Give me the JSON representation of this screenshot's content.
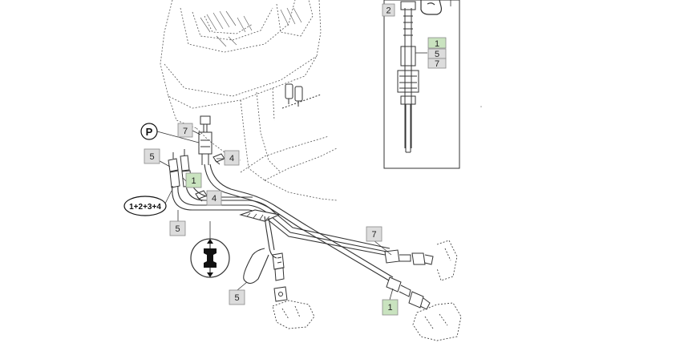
{
  "diagram": {
    "labels": {
      "top_2": "2",
      "top_1": "1",
      "top_5": "5",
      "top_7": "7",
      "left_7": "7",
      "p_marker": "P",
      "left_5": "5",
      "left_1": "1",
      "mid_4_upper": "4",
      "mid_4_lower": "4",
      "combo": "1+2+3+4",
      "bottom_5_left": "5",
      "bottom_5_mid": "5",
      "right_7": "7",
      "right_1": "1"
    },
    "colors": {
      "callout_gray": "#dcdcdc",
      "callout_green": "#c9e3bf",
      "callout_border": "#8a8a8a",
      "line": "#333333"
    }
  }
}
